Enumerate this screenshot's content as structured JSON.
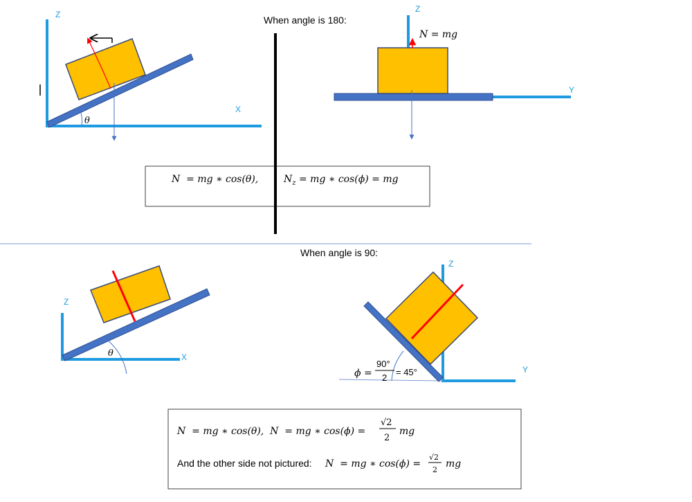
{
  "colors": {
    "axis": "#1e9be0",
    "ramp": "#4472c4",
    "block_fill": "#ffc000",
    "block_stroke": "#3a4a7a",
    "red": "#ff0000",
    "black": "#000000",
    "box_border": "#404040",
    "divider": "#7f9bd0"
  },
  "top": {
    "headline": "When angle is 180:",
    "left_diagram": {
      "z_label": "Z",
      "x_label": "X",
      "angle_symbol": "θ"
    },
    "right_diagram": {
      "z_label": "Z",
      "y_label": "Y",
      "normal_label": "N = mg"
    },
    "equations": {
      "eq1": "N  = mg ∗ cos(θ),",
      "eq2_lhs": "N",
      "eq2_sub": "z",
      "eq2_rhs": " = mg ∗ cos(ϕ) = mg"
    }
  },
  "bottom": {
    "headline": "When angle is 90:",
    "left_diagram": {
      "z_label": "Z",
      "x_label": "X",
      "angle_symbol": "θ"
    },
    "right_diagram": {
      "z_label": "Z",
      "y_label": "Y",
      "phi_prefix": "ϕ =",
      "frac_num": "90°",
      "frac_den": "2",
      "frac_suffix": "= 45°"
    },
    "equations": {
      "line1_left": "N  = mg ∗ cos(θ),  N  = mg ∗ cos(ϕ) =",
      "line1_num": "√2",
      "line1_den": "2",
      "line1_right": "mg",
      "line2_text": "And the other side not pictured:",
      "line2_math": "N  = mg ∗ cos(ϕ) =",
      "line2_num": "√2",
      "line2_den": "2",
      "line2_right": "mg"
    }
  }
}
